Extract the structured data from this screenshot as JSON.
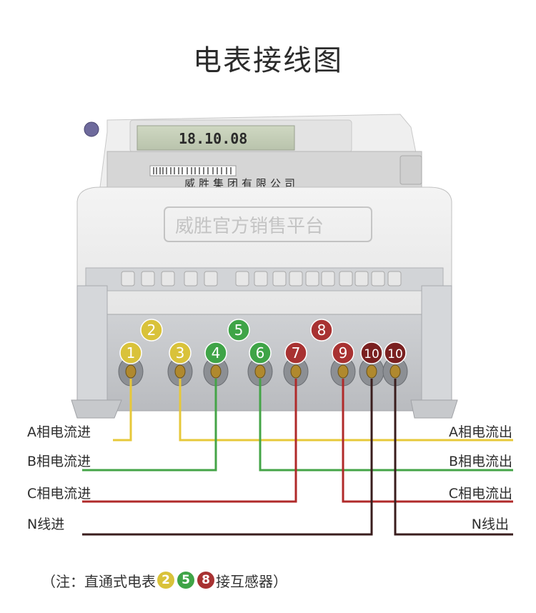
{
  "title": "电表接线图",
  "meter": {
    "lcd_reading": "18.10.08",
    "brand_name": "威胜集团有限公司",
    "watermark": "威胜官方销售平台"
  },
  "colors": {
    "yellow": "#d9c23a",
    "green": "#3fa447",
    "red": "#a83232",
    "dark_red": "#7a2020",
    "wire_yellow": "#e7c83a",
    "wire_green": "#44a447",
    "wire_red": "#b02a2a",
    "wire_black": "#3a1d1d"
  },
  "terminals": [
    {
      "num": "1",
      "color": "yellow"
    },
    {
      "num": "3",
      "color": "yellow"
    },
    {
      "num": "4",
      "color": "green"
    },
    {
      "num": "6",
      "color": "green"
    },
    {
      "num": "7",
      "color": "red"
    },
    {
      "num": "9",
      "color": "red"
    },
    {
      "num": "10",
      "color": "dark_red"
    },
    {
      "num": "10",
      "color": "dark_red"
    }
  ],
  "upper_terminals": [
    {
      "num": "2",
      "color": "yellow"
    },
    {
      "num": "5",
      "color": "green"
    },
    {
      "num": "8",
      "color": "red"
    }
  ],
  "left_labels": [
    "A相电流进",
    "B相电流进",
    "C相电流进",
    "N线进"
  ],
  "right_labels": [
    "A相电流出",
    "B相电流出",
    "C相电流出",
    "N线出"
  ],
  "note": {
    "open": "（注：直通式电表",
    "nums": [
      "2",
      "5",
      "8"
    ],
    "close": "接互感器）"
  }
}
